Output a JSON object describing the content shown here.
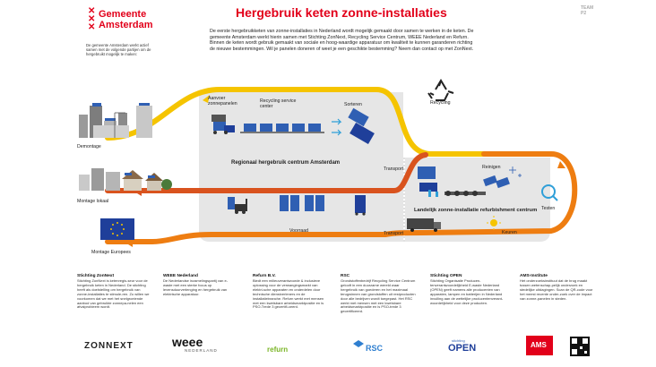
{
  "header": {
    "title": "Hergebruik keten zonne-installaties",
    "corner_mark": "TEAM P2",
    "logo_line1": "Gemeente",
    "logo_line2": "Amsterdam"
  },
  "intro_left": "De gemeente Amsterdam werkt actief samen met de volgende partijen om de hergebruikt mogelijk te maken:",
  "intro_main": "De eerste hergebruikketen van zonne-installaties in Nederland wordt mogelijk gemaakt door samen te werken in de keten. De gemeente Amsterdam werkt hierin samen met Stichting ZonNext, Recycling Service Centrum, WEEE Nederland en Refurn. Binnen de keten wordt gebruik gemaakt van sociale en hoog-waardige apparatuur om kwaliteit te kunnen garanderen richting de nieuwe bestemmingen. Wil je panelen doneren of weet je een geschikte bestemming? Neem dan contact op met ZonNext.",
  "diagram": {
    "demontage": "Demontage",
    "montage_lokaal": "Montage lokaal",
    "montage_europees": "Montage Europees",
    "aanvoer": "Aanvoer zonnepanelen",
    "recycling_center": "Recycling service center",
    "sorteren": "Sorteren",
    "regionaal": "Regionaal hergebruik centrum Amsterdam",
    "voorraad": "Voorraad",
    "transport_top": "Transport",
    "transport_bottom": "Transport",
    "recycling": "Recycling",
    "reinigen": "Reinigen",
    "landelijk": "Landelijk zonne-installatie refurbishment centrum",
    "testen": "Testen",
    "keuren": "Keuren",
    "icons": [
      "recycle-icon",
      "sparkle-icon",
      "magnifier-icon",
      "sun-icon",
      "eu-flag-icon",
      "forklift-icon",
      "truck-icon"
    ],
    "colors": {
      "yellow": "#f5c400",
      "orange": "#ee7d11",
      "red": "#d9531e",
      "grey_box": "#e6e6e6",
      "blue_panel": "#2f5fb3"
    }
  },
  "columns": [
    {
      "title": "Stichting ZonNext",
      "text": "Stichting ZonNext is ketenregis-seur voor de hergebruik keten in Nederland. De stichting heeft als doelstelling om hergebruik van zonne-installaties te stimule-ren. Zo willen we voorkomen dat we met het snelgroeiende aanbod van gebruikte zonnepa-nelen een afvalprobleem wordt.",
      "logo": "ZONNEXT"
    },
    {
      "title": "WEEE Nederland",
      "text": "De Nederlandse inzamelingspartij van e-waste met een sterke focus op levensduurverlenging en hergebruik van elektrische apparatuur.",
      "logo": "weee",
      "logo_sub": "NEDERLAND"
    },
    {
      "title": "Refurn B.V.",
      "text": "Biedt een milieuverantwoorde & inclusieve oplossing voor de verwangingsmarkt van elektri-sche apparaten en onderdelen door technische dienstverleners en de installatiebranche. Refurn werkt met mensen met een kwetsbare arbeidsmarktpositie en is PSO-Trede 3 gecertifi-ceerd.",
      "logo": "refurn"
    },
    {
      "title": "RSC",
      "text": "Grondstoffenbedrijf Recycling Service Centrum gelooft in een duurzame wereld waar hergebruik van goederen en het maximaal terugwinnen van grondstoffen uit restproducten door alle bedrijven wordt toegepast. Het RSC werkt met mensen met een kwetsbare arbeidsmarktpositie en is PSO-trede 3 gecertificeerd.",
      "logo": "RSC"
    },
    {
      "title": "Stichting OPEN",
      "text": "Stichting Organisatie Producen-tenverantwoordelijkheid E-waste Nederland (OPEN) geeft namens alle producenten van apparaten, lampen en batterijen in Nederland invulling aan de wettelijke producentenverant-woordelijkheid voor deze producten.",
      "logo": "OPEN",
      "logo_pre": "stichting"
    },
    {
      "title": "AMS-Institute",
      "text": "Het onderzoeksinstituut dat de brug maakt tussen wetenschap-pelijk onderzoek en stedelijke uitdagingen. Scan de QR-code voor het meest recente onder-zoek over de impact van zonne-panelen in steden.",
      "logo": "AMS"
    }
  ]
}
